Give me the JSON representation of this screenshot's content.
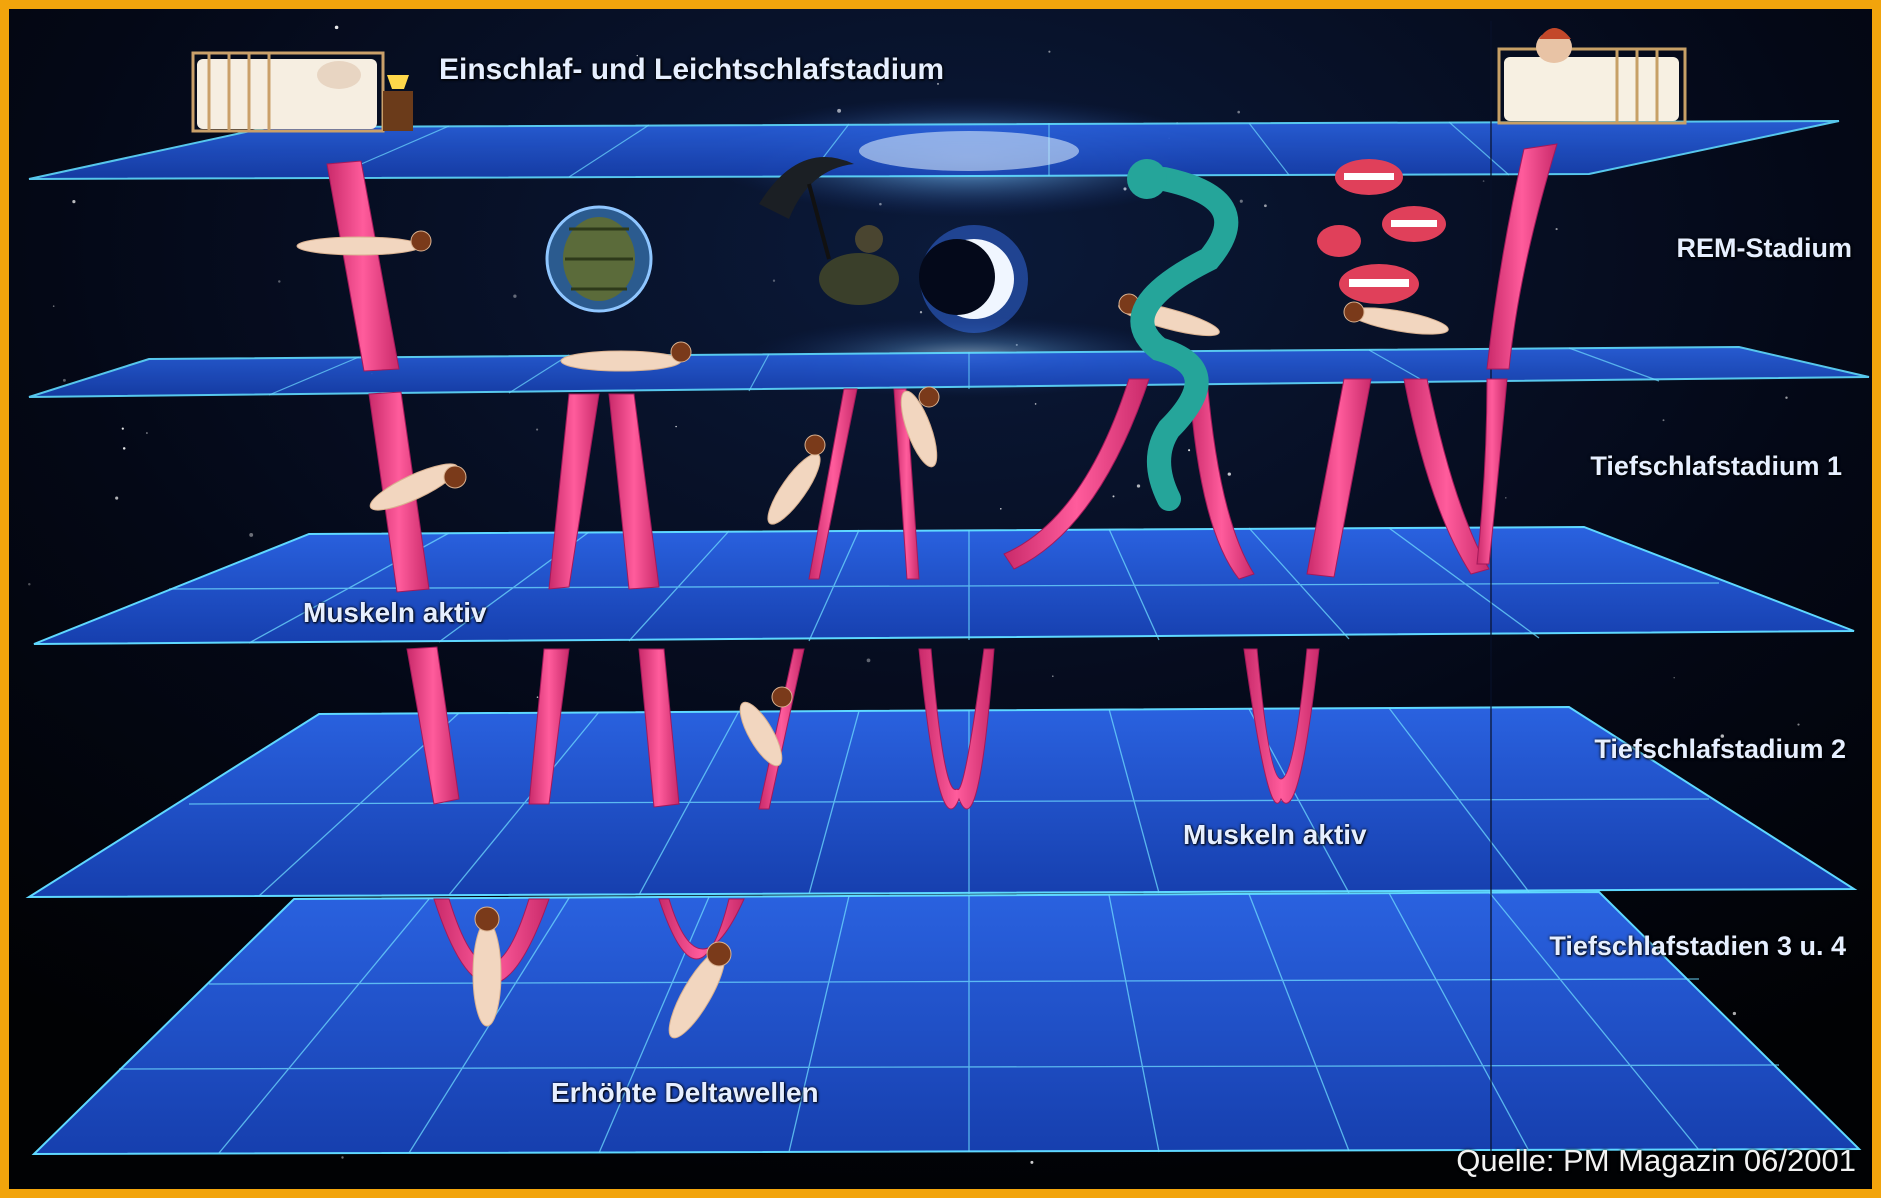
{
  "labels": {
    "top": "Einschlaf- und Leichtschlafstadium",
    "rem": "REM-Stadium",
    "tief1": "Tiefschlafstadium 1",
    "tief2": "Tiefschlafstadium 2",
    "tief34": "Tiefschlafstadien 3 u. 4",
    "muskeln_1": "Muskeln aktiv",
    "muskeln_2": "Muskeln aktiv",
    "delta": "Erhöhte Deltawellen",
    "source": "Quelle: PM Magazin 06/2001"
  },
  "colors": {
    "frame": "#f2a40c",
    "plane": "#1f4fc8",
    "plane_grid": "#5fd8ff",
    "ribbon": "#ef3f86",
    "background": "#03050d"
  },
  "icons": [
    "bed-icon",
    "sleeping-person-icon",
    "turtle-icon",
    "umbrella-man-icon",
    "crescent-moon-icon",
    "snake-icon",
    "lips-icon"
  ]
}
